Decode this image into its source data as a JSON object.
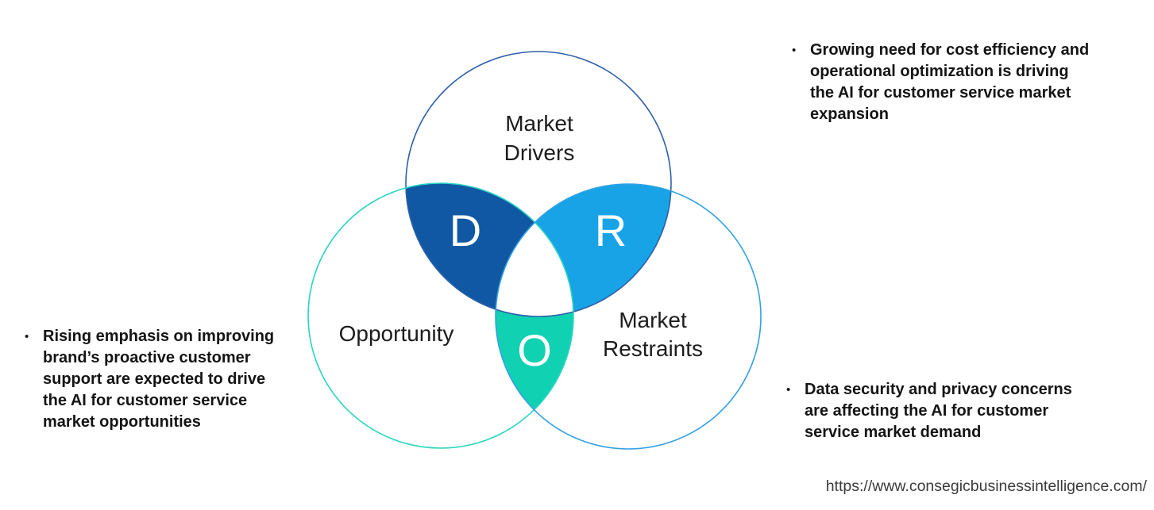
{
  "venn": {
    "circles": {
      "drivers": {
        "label": "Market\nDrivers",
        "letter": "D",
        "stroke": "#2e5fa9",
        "overlap_fill": "#1158a4"
      },
      "opportunity": {
        "label": "Opportunity",
        "letter": "O",
        "stroke": "#2ad5c0",
        "overlap_fill": "#11d1b3"
      },
      "restraints": {
        "label": "Market\nRestraints",
        "letter": "R",
        "stroke": "#31a1e3",
        "overlap_fill": "#18a3e6"
      }
    },
    "center_fill": "#ffffff",
    "letter_color": "#ffffff"
  },
  "bullets": {
    "drivers": {
      "marker": "•",
      "text": "Growing need for cost efficiency and\noperational optimization is driving\nthe AI for customer service market\nexpansion"
    },
    "opportunity": {
      "marker": "•",
      "text": "Rising emphasis on improving\nbrand’s proactive customer\nsupport are expected to drive\nthe AI for customer service\nmarket opportunities"
    },
    "restraints": {
      "marker": "•",
      "text": "Data security and privacy concerns\nare affecting the AI for customer\nservice market demand"
    }
  },
  "footer": {
    "url": "https://www.consegicbusinessintelligence.com/"
  },
  "colors": {
    "text": "#141414",
    "url_text": "#3b3b3b",
    "background": "#ffffff"
  }
}
